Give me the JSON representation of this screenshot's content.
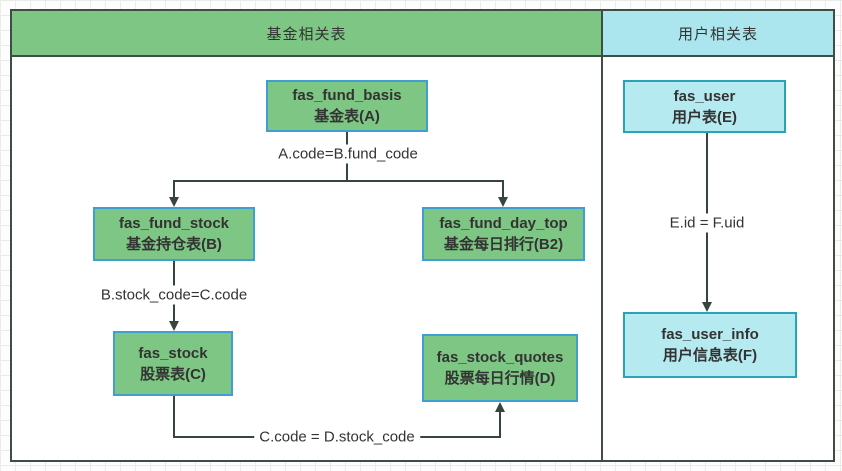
{
  "sections": {
    "fund": {
      "title": "基金相关表"
    },
    "user": {
      "title": "用户相关表"
    }
  },
  "tables": {
    "a": {
      "name": "fas_fund_basis",
      "label": "基金表(A)"
    },
    "b": {
      "name": "fas_fund_stock",
      "label": "基金持仓表(B)"
    },
    "b2": {
      "name": "fas_fund_day_top",
      "label": "基金每日排行(B2)"
    },
    "c": {
      "name": "fas_stock",
      "label": "股票表(C)"
    },
    "d": {
      "name": "fas_stock_quotes",
      "label": "股票每日行情(D)"
    },
    "e": {
      "name": "fas_user",
      "label": "用户表(E)"
    },
    "f": {
      "name": "fas_user_info",
      "label": "用户信息表(F)"
    }
  },
  "relations": {
    "a_b": "A.code=B.fund_code",
    "b_c": "B.stock_code=C.code",
    "c_d": "C.code = D.stock_code",
    "e_f": "E.id = F.uid"
  },
  "colors": {
    "fund_header_fill": "#7dc684",
    "fund_table_fill": "#7dc684",
    "fund_table_border": "#3f9ed2",
    "user_header_fill": "#abe6ee",
    "user_table_fill": "#b5eaf0",
    "user_table_border": "#2aa4b5",
    "frame_border": "#3e4e44",
    "connector_line": "#37463d",
    "text": "#333333"
  }
}
